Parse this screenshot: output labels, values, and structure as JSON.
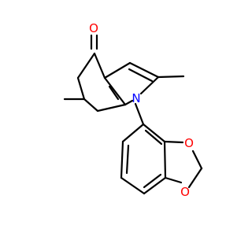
{
  "molecule": {
    "atoms": {
      "ketone_oxygen": {
        "symbol": "O",
        "color": "#ff0000"
      },
      "ring_nitrogen": {
        "symbol": "N",
        "color": "#0000ff"
      },
      "dioxole_oxygen_1": {
        "symbol": "O",
        "color": "#ff0000"
      },
      "dioxole_oxygen_2": {
        "symbol": "O",
        "color": "#ff0000"
      }
    },
    "bond_color": "#000000"
  }
}
